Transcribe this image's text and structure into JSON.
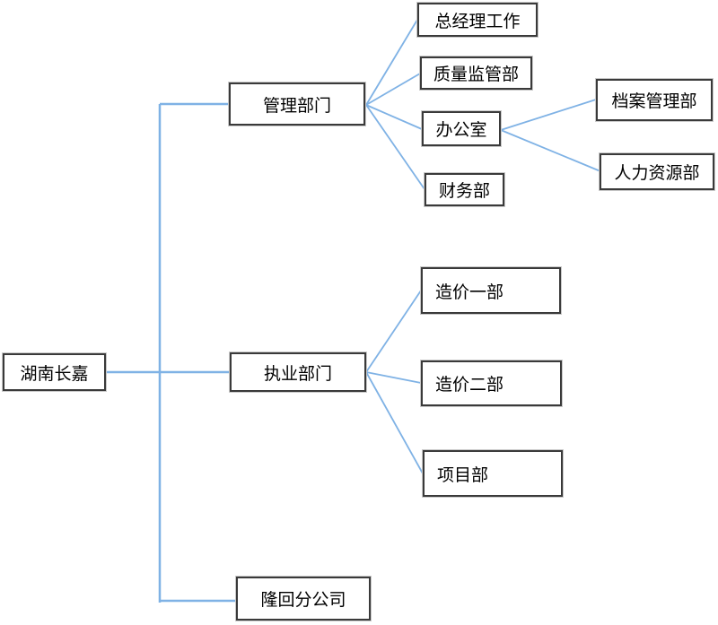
{
  "diagram_type": "org-chart",
  "colors": {
    "connector": "#7FB2E5",
    "box_border": "#3A3A3A",
    "text": "#000000",
    "background": "#FFFFFF"
  },
  "nodes": {
    "root": {
      "label": "湖南长嘉",
      "parent": null
    },
    "mgmt": {
      "label": "管理部门",
      "parent": "root"
    },
    "gm": {
      "label": "总经理工作",
      "parent": "mgmt"
    },
    "quality": {
      "label": "质量监管部",
      "parent": "mgmt"
    },
    "office": {
      "label": "办公室",
      "parent": "mgmt"
    },
    "finance": {
      "label": "财务部",
      "parent": "mgmt"
    },
    "archives": {
      "label": "档案管理部",
      "parent": "office"
    },
    "hr": {
      "label": "人力资源部",
      "parent": "office"
    },
    "practice": {
      "label": "执业部门",
      "parent": "root"
    },
    "cost1": {
      "label": "造价一部",
      "parent": "practice"
    },
    "cost2": {
      "label": "造价二部",
      "parent": "practice"
    },
    "project": {
      "label": "项目部",
      "parent": "practice"
    },
    "branch": {
      "label": "隆回分公司",
      "parent": "root"
    }
  }
}
